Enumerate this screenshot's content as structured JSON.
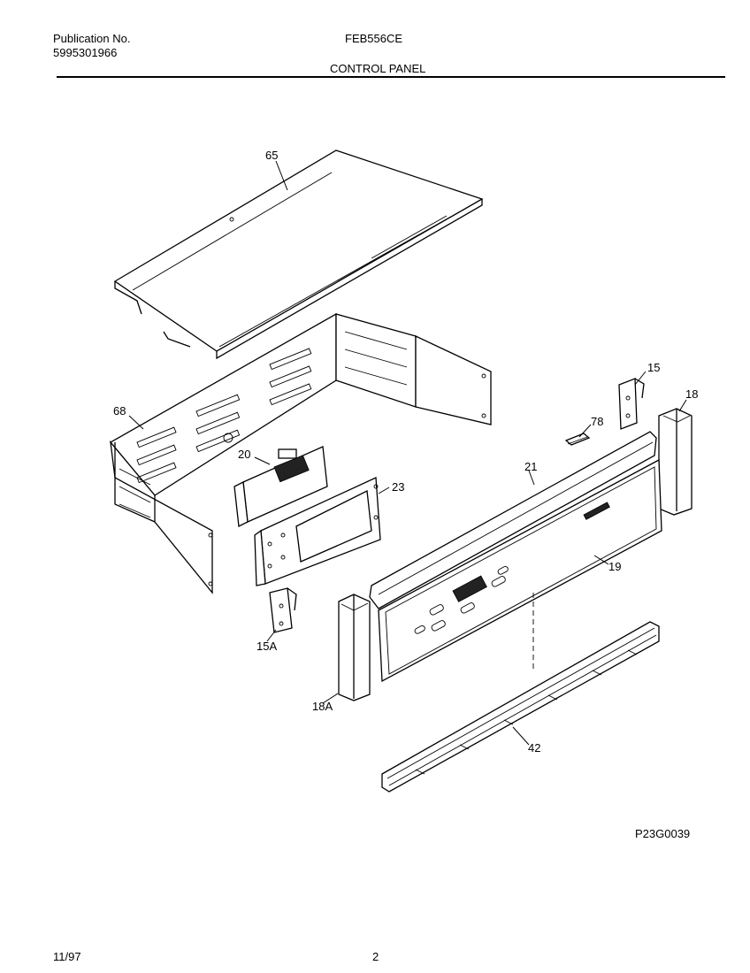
{
  "header": {
    "publication_label": "Publication No.",
    "publication_number": "5995301966",
    "model": "FEB556CE",
    "section_title": "CONTROL PANEL"
  },
  "callouts": {
    "c65": "65",
    "c68": "68",
    "c20": "20",
    "c23": "23",
    "c15": "15",
    "c18": "18",
    "c78": "78",
    "c21": "21",
    "c19": "19",
    "c15A": "15A",
    "c18A": "18A",
    "c42": "42"
  },
  "diagram_code": "P23G0039",
  "footer": {
    "date": "11/97",
    "page": "2"
  }
}
